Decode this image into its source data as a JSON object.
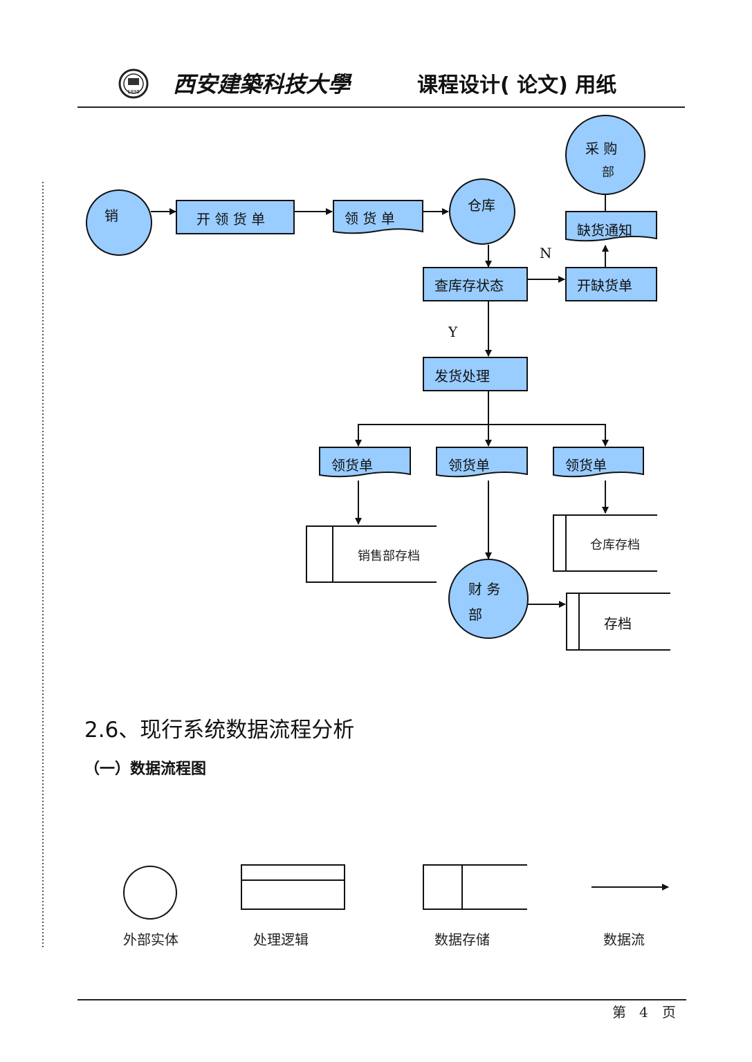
{
  "header": {
    "university": "西安建築科技大學",
    "paper_title": "课程设计( 论文) 用纸",
    "logo_year": "1895"
  },
  "colors": {
    "fill": "#99ccff",
    "stroke": "#111111"
  },
  "flowchart": {
    "nodes": {
      "sales": "销",
      "open_receipt": "开 领 货 单",
      "receipt": "领 货 单",
      "warehouse": "仓库",
      "purchase_line1": "采 购",
      "purchase_line2": "部",
      "shortage_notice": "缺货通知",
      "check_stock": "查库存状态",
      "open_shortage": "开缺货单",
      "shipping": "发货处理",
      "receipt_a": "领货单",
      "receipt_b": "领货单",
      "receipt_c": "领货单",
      "sales_archive": "销售部存档",
      "warehouse_archive": "仓库存档",
      "finance_line1": "财  务",
      "finance_line2": "部",
      "archive": "存档"
    },
    "edge_labels": {
      "no": "N",
      "yes": "Y"
    }
  },
  "section": {
    "heading": "2.6、现行系统数据流程分析",
    "subheading": "（一）数据流程图"
  },
  "legend": {
    "external_entity": "外部实体",
    "process": "处理逻辑",
    "data_store": "数据存储",
    "data_flow": "数据流"
  },
  "footer": {
    "page_prefix": "第",
    "page_number": "4",
    "page_suffix": "页"
  }
}
